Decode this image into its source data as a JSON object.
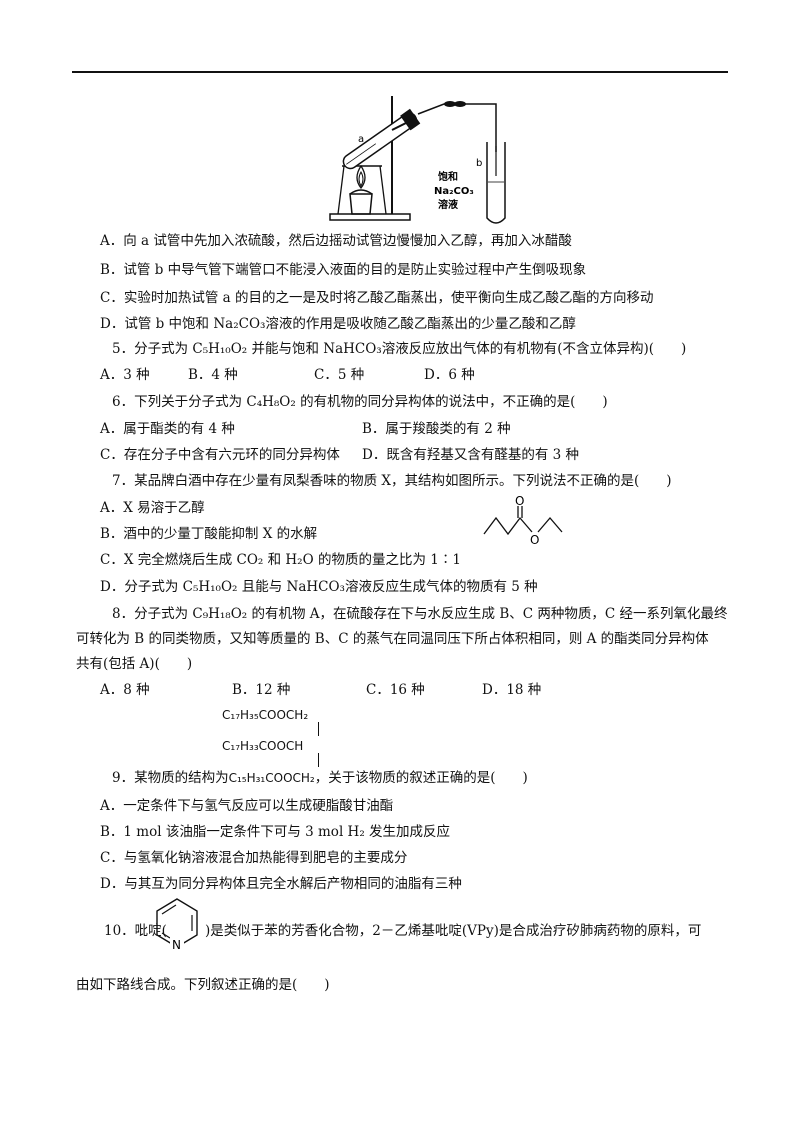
{
  "apparatus": {
    "label_a": "a",
    "label_b": "b",
    "label_solution": [
      "饱和",
      "Na₂CO₃",
      "溶液"
    ]
  },
  "q4": {
    "A": "A．向 a 试管中先加入浓硫酸，然后边摇动试管边慢慢加入乙醇，再加入冰醋酸",
    "B": "B．试管 b 中导气管下端管口不能浸入液面的目的是防止实验过程中产生倒吸现象",
    "C": "C．实验时加热试管 a 的目的之一是及时将乙酸乙酯蒸出，使平衡向生成乙酸乙酯的方向移动",
    "D": "D．试管 b 中饱和 Na₂CO₃溶液的作用是吸收随乙酸乙酯蒸出的少量乙酸和乙醇"
  },
  "q5": {
    "stem": "5．分子式为 C₅H₁₀O₂ 并能与饱和 NaHCO₃溶液反应放出气体的有机物有(不含立体异构)(　　)",
    "options": [
      "A．3 种",
      "B．4 种",
      "C．5 种",
      "D．6 种"
    ]
  },
  "q6": {
    "stem": "6．下列关于分子式为 C₄H₈O₂ 的有机物的同分异构体的说法中，不正确的是(　　)",
    "A": "A．属于酯类的有 4 种",
    "B": "B．属于羧酸类的有 2 种",
    "C": "C．存在分子中含有六元环的同分异构体",
    "D": "D．既含有羟基又含有醛基的有 3 种"
  },
  "q7": {
    "stem": "7．某品牌白酒中存在少量有凤梨香味的物质 X，其结构如图所示。下列说法不正确的是(　　)",
    "A": "A．X 易溶于乙醇",
    "B": "B．酒中的少量丁酸能抑制 X 的水解",
    "C": "C．X 完全燃烧后生成 CO₂ 和 H₂O 的物质的量之比为 1∶1",
    "D": "D．分子式为 C₅H₁₀O₂ 且能与 NaHCO₃溶液反应生成气体的物质有 5 种",
    "struct_O1": "O",
    "struct_O2": "O"
  },
  "q8": {
    "line1": "8．分子式为 C₉H₁₈O₂ 的有机物 A，在硫酸存在下与水反应生成 B、C 两种物质，C 经一系列氧化最终",
    "line2": "可转化为 B 的同类物质，又知等质量的 B、C 的蒸气在同温同压下所占体积相同，则 A 的酯类同分异构体",
    "line3": "共有(包括 A)(　　)",
    "options": [
      "A．8 种",
      "B．12 种",
      "C．16 种",
      "D．18 种"
    ]
  },
  "q9": {
    "formula": [
      "C₁₇H₃₅COOCH₂",
      "C₁₇H₃₃COOCH",
      "C₁₅H₃₁COOCH₂"
    ],
    "stem_pre": "9．某物质的结构为",
    "stem_post": "，关于该物质的叙述正确的是(　　)",
    "A": "A．一定条件下与氢气反应可以生成硬脂酸甘油酯",
    "B": "B．1 mol 该油脂一定条件下可与 3 mol H₂ 发生加成反应",
    "C": "C．与氢氧化钠溶液混合加热能得到肥皂的主要成分",
    "D": "D．与其互为同分异构体且完全水解后产物相同的油脂有三种"
  },
  "q10": {
    "pre": "10．吡啶(",
    "post": ")是类似于苯的芳香化合物，2－乙烯基吡啶(VPy)是合成治疗矽肺病药物的原料，可",
    "line2": "由如下路线合成。下列叙述正确的是(　　)",
    "ring_atom": "N"
  }
}
